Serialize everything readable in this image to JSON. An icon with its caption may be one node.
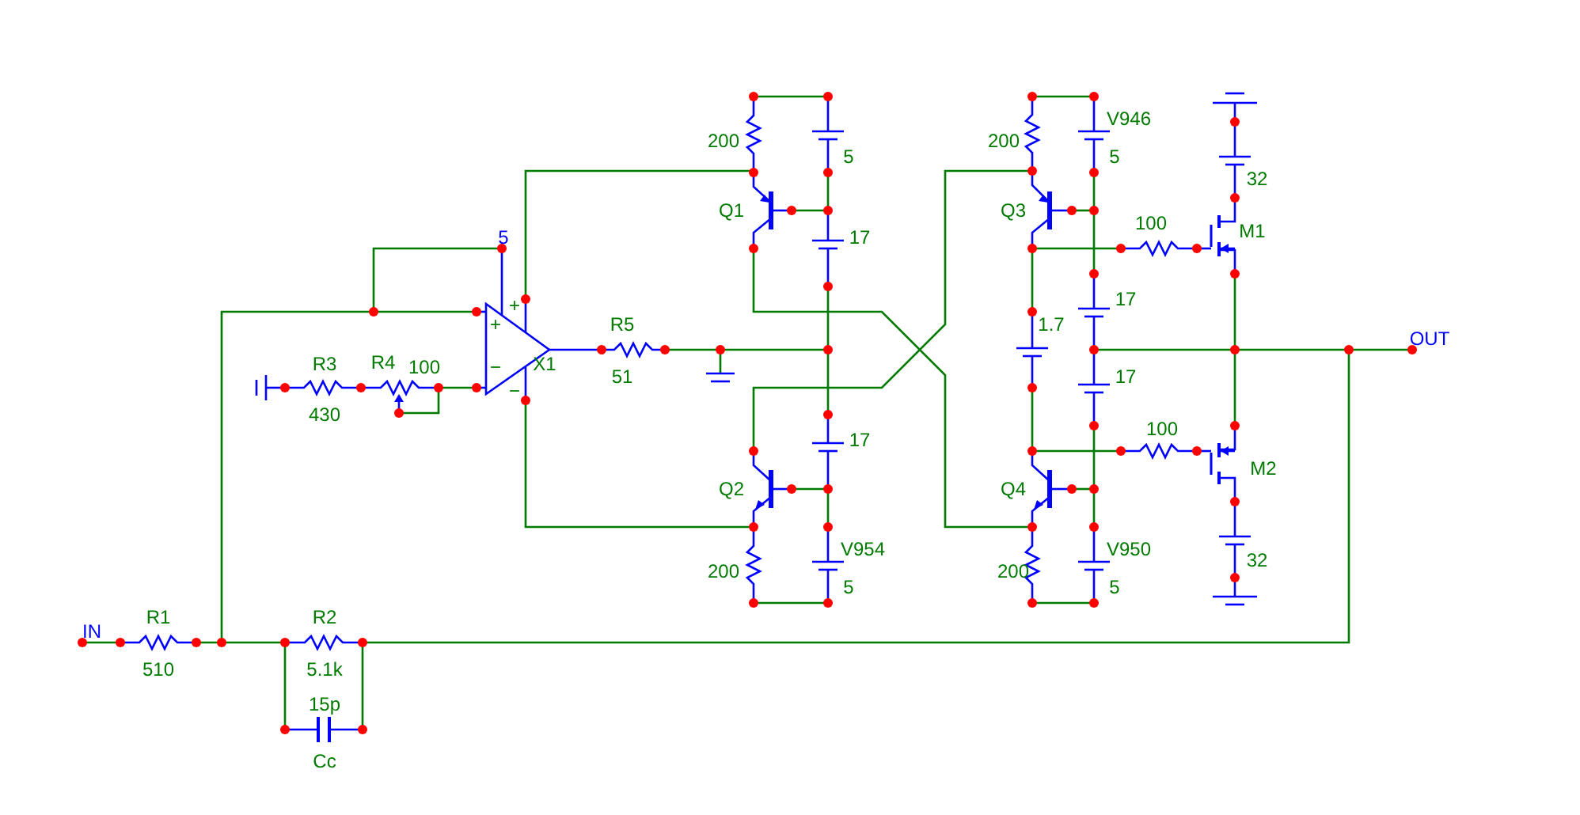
{
  "diagram": {
    "labels": [
      "V946",
      "200",
      "200",
      "5",
      "5",
      "32",
      "5",
      "Q1",
      "17",
      "Q3",
      "100",
      "M1",
      "+",
      "17",
      "+",
      "R5",
      "1.7",
      "OUT",
      "R3",
      "R4",
      "100",
      "−",
      "−",
      "X1",
      "51",
      "17",
      "430",
      "17",
      "100",
      "M2",
      "Q2",
      "Q4",
      "V954",
      "V950",
      "200",
      "200",
      "32",
      "5",
      "5",
      "IN",
      "R1",
      "R2",
      "510",
      "5.1k",
      "15p",
      "Cc"
    ]
  }
}
